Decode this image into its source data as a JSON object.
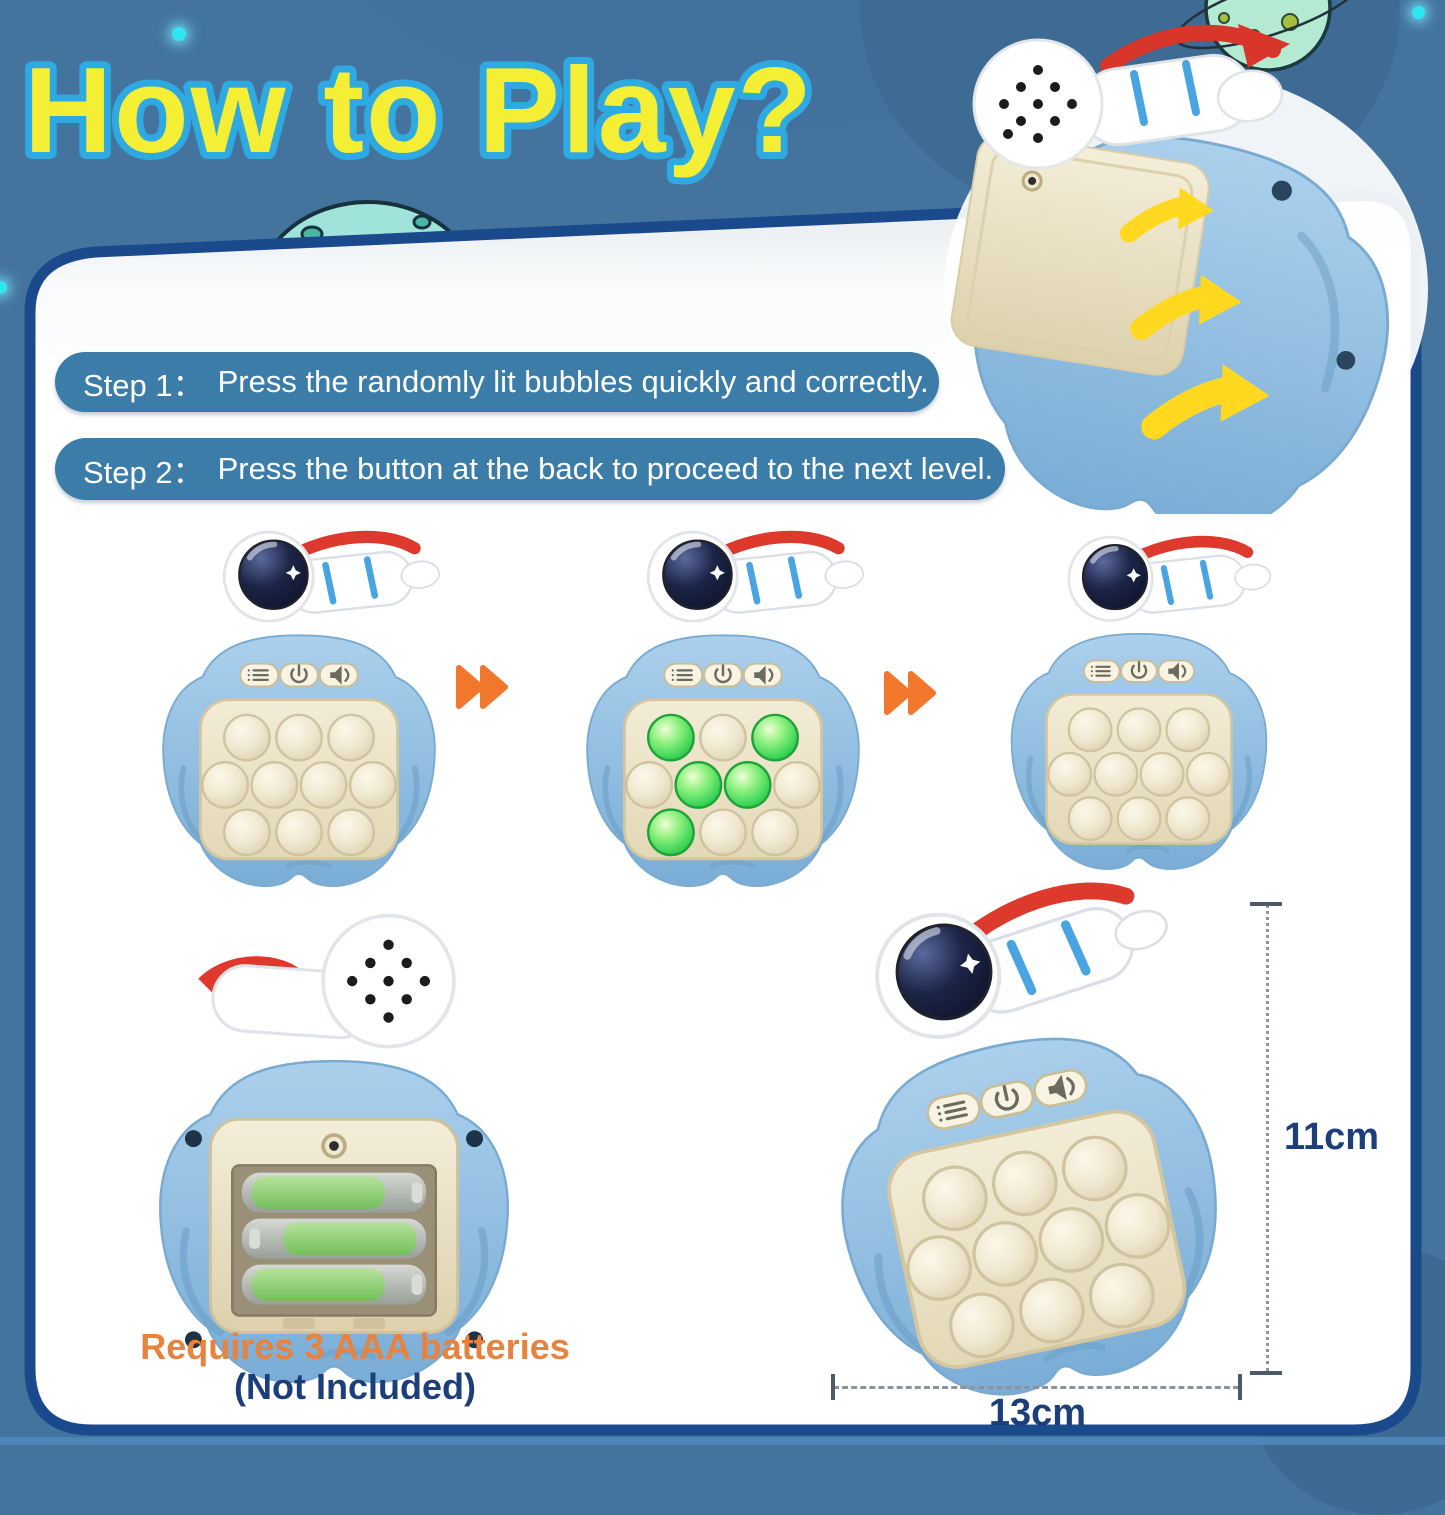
{
  "title": "How to Play?",
  "steps": [
    {
      "label": "Step 1：",
      "text": "Press the randomly lit bubbles quickly and correctly."
    },
    {
      "label": "Step 2：",
      "text": "Press the button at the back to proceed to the next level."
    }
  ],
  "sequence": {
    "bubble_rows": [
      3,
      4,
      3
    ],
    "devices": [
      {
        "name": "device-all-bubbles-off",
        "lit_bubbles": []
      },
      {
        "name": "device-bubbles-lit-green",
        "lit_bubbles": [
          0,
          2,
          4,
          5,
          7
        ]
      },
      {
        "name": "device-next-level",
        "lit_bubbles": []
      }
    ],
    "arrow_icon": "fast-forward-double-arrow",
    "device_buttons": [
      "menu-icon",
      "power-icon",
      "speaker-icon"
    ]
  },
  "hero_photo": {
    "name": "device-back-view-with-astronaut",
    "arrows": "airflow-up-right"
  },
  "battery_note": {
    "line1": "Requires 3 AAA batteries",
    "line2": "(Not Included)",
    "battery_count": 3
  },
  "dimensions": {
    "height_label": "11cm",
    "width_label": "13cm"
  },
  "colors": {
    "background_blue": "#44749e",
    "panel_border_navy": "#1b4a8c",
    "pill_blue": "#3b7ca9",
    "title_yellow": "#f4ee35",
    "title_stroke_cyan": "#2ea9e2",
    "arrow_orange": "#f0772c",
    "note_orange": "#e8823f",
    "note_navy": "#1c3e7b",
    "device_blue": "#8fbde0",
    "pad_beige": "#efe7ce",
    "lit_green": "#3bd457",
    "hero_arrow_yellow": "#ffd81f"
  }
}
